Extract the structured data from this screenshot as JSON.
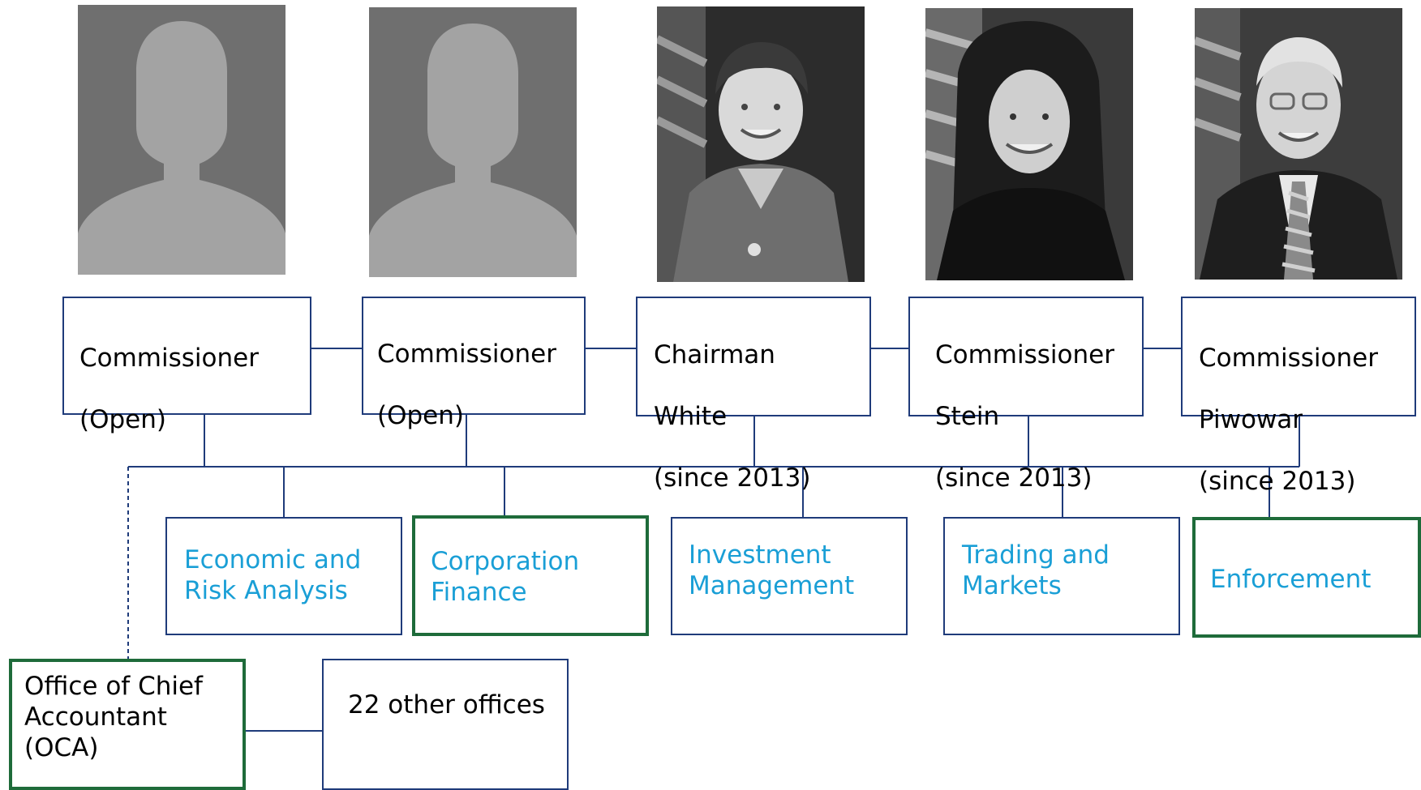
{
  "commissioners": [
    {
      "title": "Commissioner",
      "name": "(Open)",
      "photo": "placeholder-silhouette"
    },
    {
      "title": "Commissioner",
      "name": "(Open)",
      "photo": "placeholder-silhouette"
    },
    {
      "title": "Chairman",
      "name": "White",
      "tenure": "(since 2013)",
      "photo": "portrait-white"
    },
    {
      "title": "Commissioner",
      "name": "Stein",
      "tenure": "(since 2013)",
      "photo": "portrait-stein"
    },
    {
      "title": "Commissioner",
      "name": "Piwowar",
      "tenure": "(since 2013)",
      "photo": "portrait-piwowar"
    }
  ],
  "divisions": [
    {
      "label": "Economic and\nRisk Analysis",
      "highlighted": false
    },
    {
      "label": "Corporation\nFinance",
      "highlighted": true
    },
    {
      "label": "Investment\nManagement",
      "highlighted": false
    },
    {
      "label": "Trading and\nMarkets",
      "highlighted": false
    },
    {
      "label": "Enforcement",
      "highlighted": true
    }
  ],
  "offices": [
    {
      "label": "Office of Chief\nAccountant\n(OCA)",
      "highlighted": true
    },
    {
      "label": "22 other offices",
      "highlighted": false
    }
  ],
  "colors": {
    "box_border": "#1f3b7a",
    "highlight_border": "#1e6b3a",
    "division_text": "#1a9fd6",
    "photo_placeholder_bg": "#6f6f6f",
    "silhouette": "#a3a3a3"
  }
}
